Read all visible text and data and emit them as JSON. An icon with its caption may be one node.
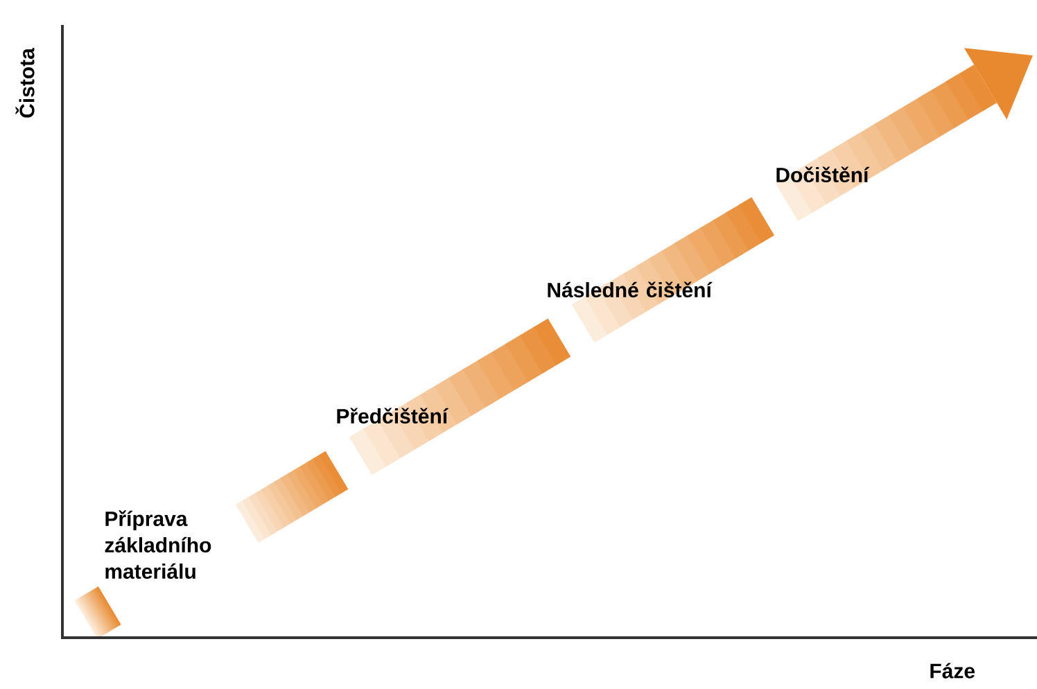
{
  "diagram": {
    "labels": [
      "Čistota",
      "Příprava základního materiálu",
      "Předčištění",
      "Následné čištění",
      "Dočištění",
      "Fáze"
    ]
  }
}
